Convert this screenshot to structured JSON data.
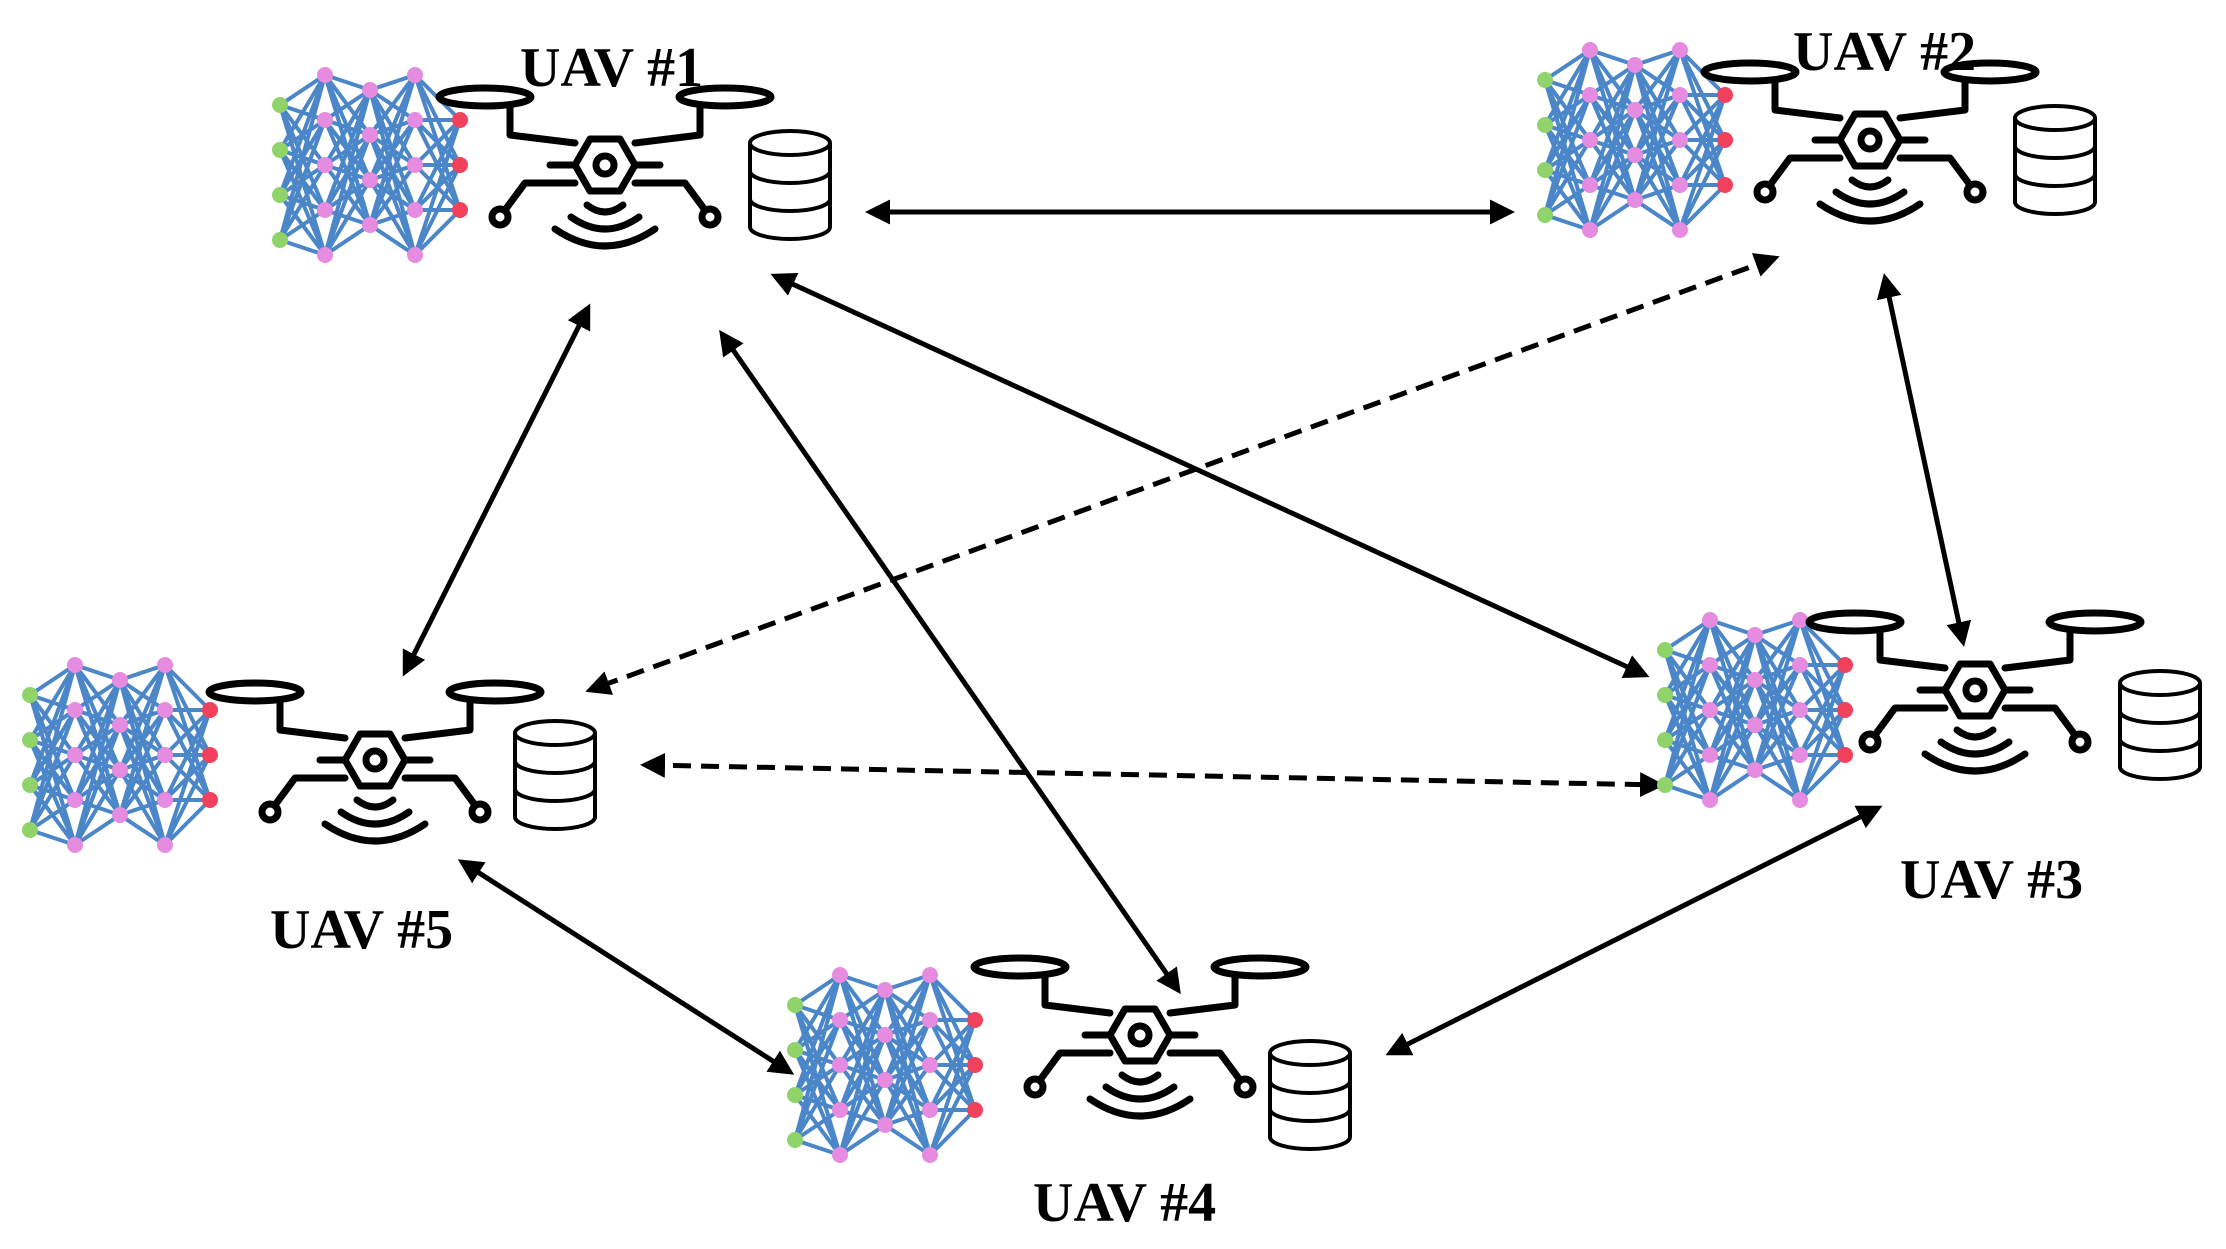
{
  "nodes": [
    {
      "id": "uav1",
      "label": "UAV #1"
    },
    {
      "id": "uav2",
      "label": "UAV #2"
    },
    {
      "id": "uav3",
      "label": "UAV #3"
    },
    {
      "id": "uav4",
      "label": "UAV #4"
    },
    {
      "id": "uav5",
      "label": "UAV #5"
    }
  ],
  "links": [
    {
      "from": "uav1",
      "to": "uav2",
      "style": "solid"
    },
    {
      "from": "uav1",
      "to": "uav5",
      "style": "solid"
    },
    {
      "from": "uav1",
      "to": "uav4",
      "style": "solid"
    },
    {
      "from": "uav1",
      "to": "uav3",
      "style": "solid"
    },
    {
      "from": "uav2",
      "to": "uav5",
      "style": "dashed"
    },
    {
      "from": "uav2",
      "to": "uav3",
      "style": "solid"
    },
    {
      "from": "uav5",
      "to": "uav3",
      "style": "dashed"
    },
    {
      "from": "uav5",
      "to": "uav4",
      "style": "solid"
    },
    {
      "from": "uav4",
      "to": "uav3",
      "style": "solid"
    }
  ],
  "colors": {
    "edge": "#4a86c8",
    "input_node": "#8fd36a",
    "hidden_node": "#e58be0",
    "output_node": "#f0425c",
    "stroke": "#000000"
  },
  "icons": [
    "neural-network-icon",
    "drone-icon",
    "wireless-signal-icon",
    "database-icon"
  ]
}
